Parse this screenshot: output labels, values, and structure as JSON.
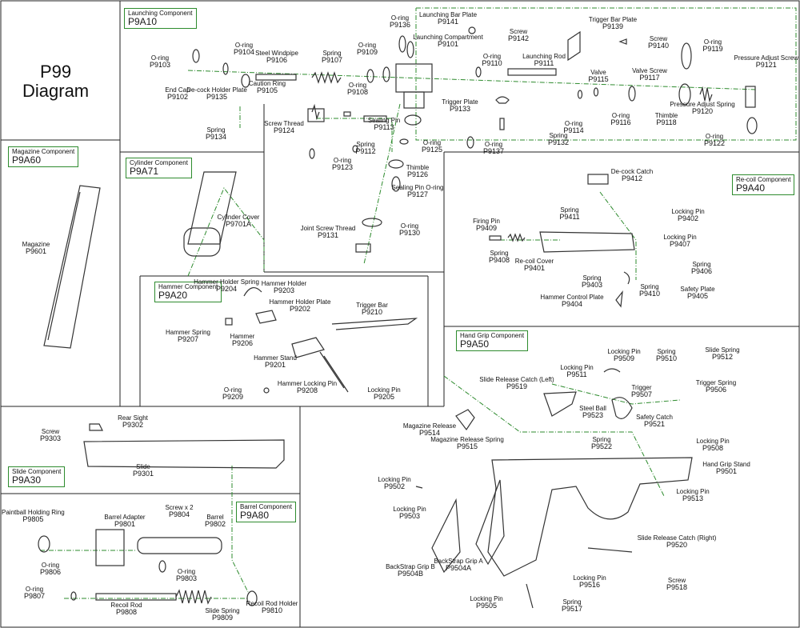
{
  "title": [
    "P99",
    "Diagram"
  ],
  "colors": {
    "guide": "#2e8b2e",
    "border": "#222222",
    "part": "#333333"
  },
  "components": [
    {
      "key": "c1",
      "name": "Launching Component",
      "code": "P9A10"
    },
    {
      "key": "c2",
      "name": "Magazine Component",
      "code": "P9A60"
    },
    {
      "key": "c3",
      "name": "Cylinder Component",
      "code": "P9A71"
    },
    {
      "key": "c4",
      "name": "Re-coil Component",
      "code": "P9A40"
    },
    {
      "key": "c5",
      "name": "Hammer Component",
      "code": "P9A20"
    },
    {
      "key": "c6",
      "name": "Hand Grip Component",
      "code": "P9A50"
    },
    {
      "key": "c7",
      "name": "Slide Component",
      "code": "P9A30"
    },
    {
      "key": "c8",
      "name": "Barrel Component",
      "code": "P9A80"
    }
  ],
  "parts": [
    {
      "key": "p1",
      "name": "O-ring",
      "code": "P9103"
    },
    {
      "key": "p2",
      "name": "O-ring",
      "code": "P9104"
    },
    {
      "key": "p3",
      "name": "Steel Windpipe",
      "code": "P9106"
    },
    {
      "key": "p4",
      "name": "Spring",
      "code": "P9107"
    },
    {
      "key": "p5",
      "name": "O-ring",
      "code": "P9109"
    },
    {
      "key": "p6",
      "name": "O-ring",
      "code": "P9136"
    },
    {
      "key": "p7",
      "name": "Launching Bar Plate",
      "code": "P9141"
    },
    {
      "key": "p8",
      "name": "Launching Compartment",
      "code": "P9101"
    },
    {
      "key": "p9",
      "name": "Screw",
      "code": "P9142"
    },
    {
      "key": "p10",
      "name": "Trigger Bar Plate",
      "code": "P9139"
    },
    {
      "key": "p11",
      "name": "Screw",
      "code": "P9140"
    },
    {
      "key": "p12",
      "name": "O-ring",
      "code": "P9119"
    },
    {
      "key": "p13",
      "name": "Pressure Adjust Screw",
      "code": "P9121"
    },
    {
      "key": "p14",
      "name": "End Cap",
      "code": "P9102"
    },
    {
      "key": "p15",
      "name": "De-cock Holder Plate",
      "code": "P9135"
    },
    {
      "key": "p16",
      "name": "Caution Ring",
      "code": "P9105"
    },
    {
      "key": "p17",
      "name": "O-ring",
      "code": "P9108"
    },
    {
      "key": "p18",
      "name": "O-ring",
      "code": "P9110"
    },
    {
      "key": "p19",
      "name": "Launching Rod",
      "code": "P9111"
    },
    {
      "key": "p20",
      "name": "Valve",
      "code": "P9115"
    },
    {
      "key": "p21",
      "name": "Valve Screw",
      "code": "P9117"
    },
    {
      "key": "p22",
      "name": "Spring",
      "code": "P9134"
    },
    {
      "key": "p23",
      "name": "Screw Thread",
      "code": "P9124"
    },
    {
      "key": "p24",
      "name": "Sealing Pin",
      "code": "P9113"
    },
    {
      "key": "p25",
      "name": "Trigger Plate",
      "code": "P9133"
    },
    {
      "key": "p26",
      "name": "O-ring",
      "code": "P9114"
    },
    {
      "key": "p27",
      "name": "O-ring",
      "code": "P9116"
    },
    {
      "key": "p28",
      "name": "Thimble",
      "code": "P9118"
    },
    {
      "key": "p29",
      "name": "Pressure Adjust Spring",
      "code": "P9120"
    },
    {
      "key": "p30",
      "name": "O-ring",
      "code": "P9122"
    },
    {
      "key": "p31",
      "name": "Spring",
      "code": "P9112"
    },
    {
      "key": "p32",
      "name": "O-ring",
      "code": "P9125"
    },
    {
      "key": "p33",
      "name": "O-ring",
      "code": "P9137"
    },
    {
      "key": "p34",
      "name": "Spring",
      "code": "P9132"
    },
    {
      "key": "p35",
      "name": "O-ring",
      "code": "P9123"
    },
    {
      "key": "p36",
      "name": "Thimble",
      "code": "P9126"
    },
    {
      "key": "p37",
      "name": "Sealing Pin O-ring",
      "code": "P9127"
    },
    {
      "key": "p38",
      "name": "Joint Screw Thread",
      "code": "P9131"
    },
    {
      "key": "p39",
      "name": "O-ring",
      "code": "P9130"
    },
    {
      "key": "p40",
      "name": "Magazine",
      "code": "P9601"
    },
    {
      "key": "p41",
      "name": "Cylinder Cover",
      "code": "P9701A"
    },
    {
      "key": "p42",
      "name": "De-cock Catch",
      "code": "P9412"
    },
    {
      "key": "p43",
      "name": "Spring",
      "code": "P9411"
    },
    {
      "key": "p44",
      "name": "Locking Pin",
      "code": "P9402"
    },
    {
      "key": "p45",
      "name": "Firing Pin",
      "code": "P9409"
    },
    {
      "key": "p46",
      "name": "Locking Pin",
      "code": "P9407"
    },
    {
      "key": "p47",
      "name": "Spring",
      "code": "P9408"
    },
    {
      "key": "p48",
      "name": "Re-coil Cover",
      "code": "P9401"
    },
    {
      "key": "p49",
      "name": "Spring",
      "code": "P9406"
    },
    {
      "key": "p50",
      "name": "Spring",
      "code": "P9403"
    },
    {
      "key": "p51",
      "name": "Spring",
      "code": "P9410"
    },
    {
      "key": "p52",
      "name": "Safety Plate",
      "code": "P9405"
    },
    {
      "key": "p53",
      "name": "Hammer Control Plate",
      "code": "P9404"
    },
    {
      "key": "p54",
      "name": "Hammer Holder Spring",
      "code": "P9204"
    },
    {
      "key": "p55",
      "name": "Hammer Holder",
      "code": "P9203"
    },
    {
      "key": "p56",
      "name": "Hammer Holder Plate",
      "code": "P9202"
    },
    {
      "key": "p57",
      "name": "Trigger Bar",
      "code": "P9210"
    },
    {
      "key": "p58",
      "name": "Hammer Spring",
      "code": "P9207"
    },
    {
      "key": "p59",
      "name": "Hammer",
      "code": "P9206"
    },
    {
      "key": "p60",
      "name": "Hammer Stand",
      "code": "P9201"
    },
    {
      "key": "p61",
      "name": "Hammer Locking Pin",
      "code": "P9208"
    },
    {
      "key": "p62",
      "name": "O-ring",
      "code": "P9209"
    },
    {
      "key": "p63",
      "name": "Locking Pin",
      "code": "P9205"
    },
    {
      "key": "p64",
      "name": "Locking Pin",
      "code": "P9509"
    },
    {
      "key": "p65",
      "name": "Spring",
      "code": "P9510"
    },
    {
      "key": "p66",
      "name": "Slide Spring",
      "code": "P9512"
    },
    {
      "key": "p67",
      "name": "Locking Pin",
      "code": "P9511"
    },
    {
      "key": "p68",
      "name": "Slide Release Catch (Left)",
      "code": "P9519"
    },
    {
      "key": "p69",
      "name": "Trigger",
      "code": "P9507"
    },
    {
      "key": "p70",
      "name": "Trigger Spring",
      "code": "P9506"
    },
    {
      "key": "p71",
      "name": "Steel Ball",
      "code": "P9523"
    },
    {
      "key": "p72",
      "name": "Safety Catch",
      "code": "P9521"
    },
    {
      "key": "p73",
      "name": "Magazine Release",
      "code": "P9514"
    },
    {
      "key": "p74",
      "name": "Magazine Release Spring",
      "code": "P9515"
    },
    {
      "key": "p75",
      "name": "Spring",
      "code": "P9522"
    },
    {
      "key": "p76",
      "name": "Locking Pin",
      "code": "P9508"
    },
    {
      "key": "p77",
      "name": "Locking Pin",
      "code": "P9502"
    },
    {
      "key": "p78",
      "name": "Hand Grip Stand",
      "code": "P9501"
    },
    {
      "key": "p79",
      "name": "Locking Pin",
      "code": "P9513"
    },
    {
      "key": "p80",
      "name": "Locking Pin",
      "code": "P9503"
    },
    {
      "key": "p81",
      "name": "Slide Release Catch (Right)",
      "code": "P9520"
    },
    {
      "key": "p82",
      "name": "BackStrap Grip B",
      "code": "P9504B"
    },
    {
      "key": "p83",
      "name": "BackStrap Grip A",
      "code": "P9504A"
    },
    {
      "key": "p84",
      "name": "Locking Pin",
      "code": "P9516"
    },
    {
      "key": "p85",
      "name": "Screw",
      "code": "P9518"
    },
    {
      "key": "p86",
      "name": "Locking Pin",
      "code": "P9505"
    },
    {
      "key": "p87",
      "name": "Spring",
      "code": "P9517"
    },
    {
      "key": "p88",
      "name": "Screw",
      "code": "P9303"
    },
    {
      "key": "p89",
      "name": "Rear Sight",
      "code": "P9302"
    },
    {
      "key": "p90",
      "name": "Slide",
      "code": "P9301"
    },
    {
      "key": "p91",
      "name": "Paintball Holding Ring",
      "code": "P9805"
    },
    {
      "key": "p92",
      "name": "Barrel Adapter",
      "code": "P9801"
    },
    {
      "key": "p93",
      "name": "Screw x 2",
      "code": "P9804"
    },
    {
      "key": "p94",
      "name": "Barrel",
      "code": "P9802"
    },
    {
      "key": "p95",
      "name": "O-ring",
      "code": "P9806"
    },
    {
      "key": "p96",
      "name": "O-ring",
      "code": "P9803"
    },
    {
      "key": "p97",
      "name": "O-ring",
      "code": "P9807"
    },
    {
      "key": "p98",
      "name": "Recoil Rod",
      "code": "P9808"
    },
    {
      "key": "p99",
      "name": "Slide Spring",
      "code": "P9809"
    },
    {
      "key": "p100",
      "name": "Recoil Rod Holder",
      "code": "P9810"
    }
  ]
}
